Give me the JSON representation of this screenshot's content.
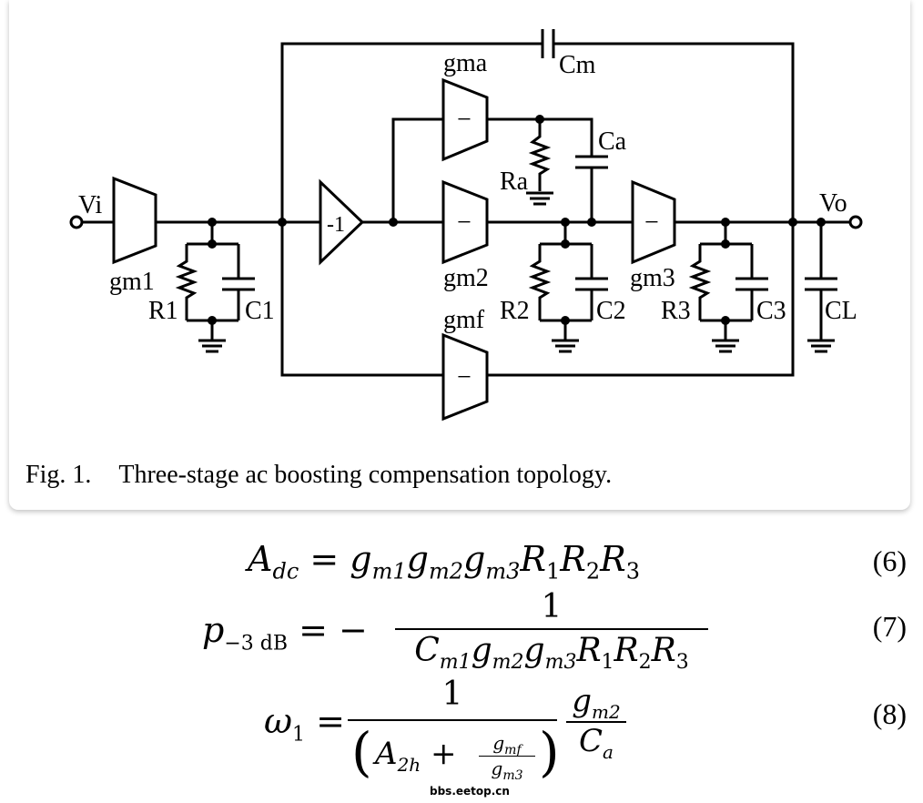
{
  "figure": {
    "caption_number": "Fig. 1.",
    "caption_text": "Three-stage ac boosting compensation topology.",
    "labels": {
      "vi": "Vi",
      "vo": "Vo",
      "gm1": "gm1",
      "gm2": "gm2",
      "gm3": "gm3",
      "gma": "gma",
      "gmf": "gmf",
      "r1": "R1",
      "c1": "C1",
      "r2": "R2",
      "c2": "C2",
      "r3": "R3",
      "c3": "C3",
      "ra": "Ra",
      "ca": "Ca",
      "cm": "Cm",
      "cl": "CL",
      "inverter": "-1",
      "minus": "−"
    }
  },
  "equations": [
    {
      "number": "(6)",
      "lhs": "A",
      "lhs_sub": "dc",
      "rhs": "= g_m1 g_m2 g_m3 R_1 R_2 R_3"
    },
    {
      "number": "(7)",
      "lhs": "p",
      "lhs_sub": "−3 dB",
      "numerator": "1",
      "denominator": "C_m1 g_m2 g_m3 R_1 R_2 R_3"
    },
    {
      "number": "(8)",
      "lhs": "ω",
      "lhs_sub": "1",
      "numerator": "1",
      "denominator": "(A_2h + g_mf / g_m3)",
      "factor": "g_m2 / C_a"
    }
  ],
  "watermark": "bbs.eetop.cn"
}
